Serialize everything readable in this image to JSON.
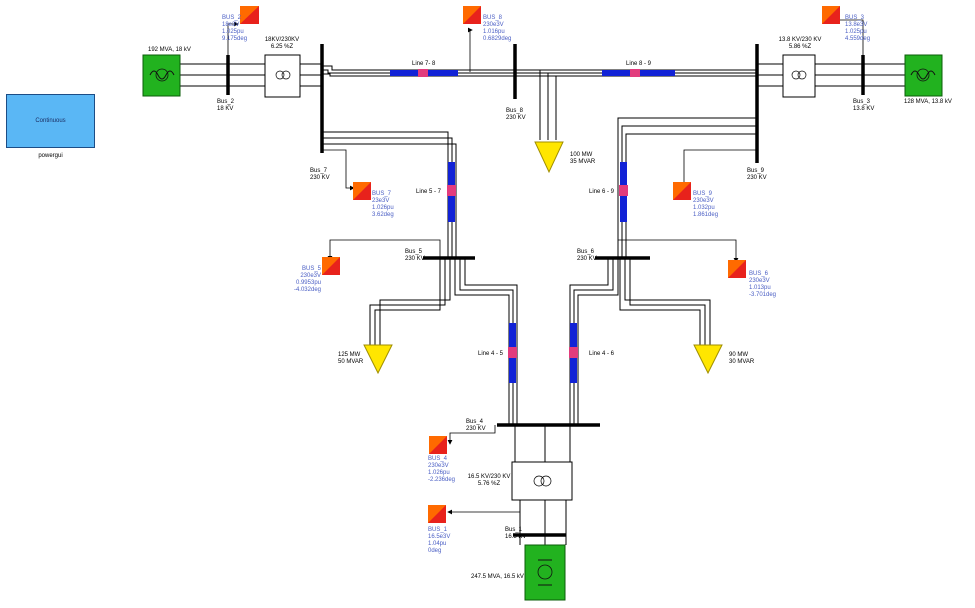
{
  "powergui": {
    "block": "Continuous",
    "name": "powergui"
  },
  "generators": {
    "g2": "192 MVA, 18 kV",
    "g3": "128 MVA, 13.8 kV",
    "g1": "247.5 MVA, 16.5 kV"
  },
  "transformers": {
    "t2": [
      "18KV/230KV",
      "6.25 %Z"
    ],
    "t3": [
      "13.8 KV/230 KV",
      "5.86 %Z"
    ],
    "t1": [
      "16.5 KV/230 KV",
      "5.76 %Z"
    ]
  },
  "buses": {
    "bus2": [
      "Bus_2",
      "18 KV"
    ],
    "bus3": [
      "Bus_3",
      "13.8 KV"
    ],
    "bus7": [
      "Bus_7",
      "230 KV"
    ],
    "bus8": [
      "Bus_8",
      "230 KV"
    ],
    "bus9": [
      "Bus_9",
      "230 KV"
    ],
    "bus5": [
      "Bus_5",
      "230 KV"
    ],
    "bus6": [
      "Bus_6",
      "230 KV"
    ],
    "bus4": [
      "Bus_4",
      "230 KV"
    ],
    "bus1": [
      "Bus_1",
      "16.5 KV"
    ]
  },
  "lines": {
    "l78": "Line 7- 8",
    "l89": "Line 8 - 9",
    "l57": "Line 5 - 7",
    "l69": "Line 6 - 9",
    "l45": "Line 4 - 5",
    "l46": "Line 4 - 6"
  },
  "loads": {
    "load8": [
      "100 MW",
      "35 MVAR"
    ],
    "load5": [
      "125 MW",
      "50 MVAR"
    ],
    "load6": [
      "90 MW",
      "30 MVAR"
    ]
  },
  "meters": {
    "m2": [
      "BUS_2",
      "18e3V",
      "1.025pu",
      "9.175deg"
    ],
    "m8": [
      "BUS_8",
      "230e3V",
      "1.016pu",
      "0.6829deg"
    ],
    "m3": [
      "BUS_3",
      "13.8e3V",
      "1.025pu",
      "4.559deg"
    ],
    "m7": [
      "BUS_7",
      "23e3V",
      "1.026pu",
      "3.62deg"
    ],
    "m9": [
      "BUS_9",
      "230e3V",
      "1.032pu",
      "1.861deg"
    ],
    "m5": [
      "BUS_5",
      "230e3V",
      "0.9953pu",
      "-4.032deg"
    ],
    "m6": [
      "BUS_6",
      "230e3V",
      "1.013pu",
      "-3.701deg"
    ],
    "m4": [
      "BUS_4",
      "230e3V",
      "1.026pu",
      "-2.236deg"
    ],
    "m1": [
      "BUS_1",
      "16.5e3V",
      "1.04pu",
      "0deg"
    ]
  },
  "colors": {
    "generator": "#22b21f",
    "line": "#1122d6",
    "load": "#ffe600",
    "meter_a": "#ff6a00",
    "meter_b": "#e8221c",
    "powergui": "#5ab7f5",
    "text_blue": "#4a5ec4"
  }
}
